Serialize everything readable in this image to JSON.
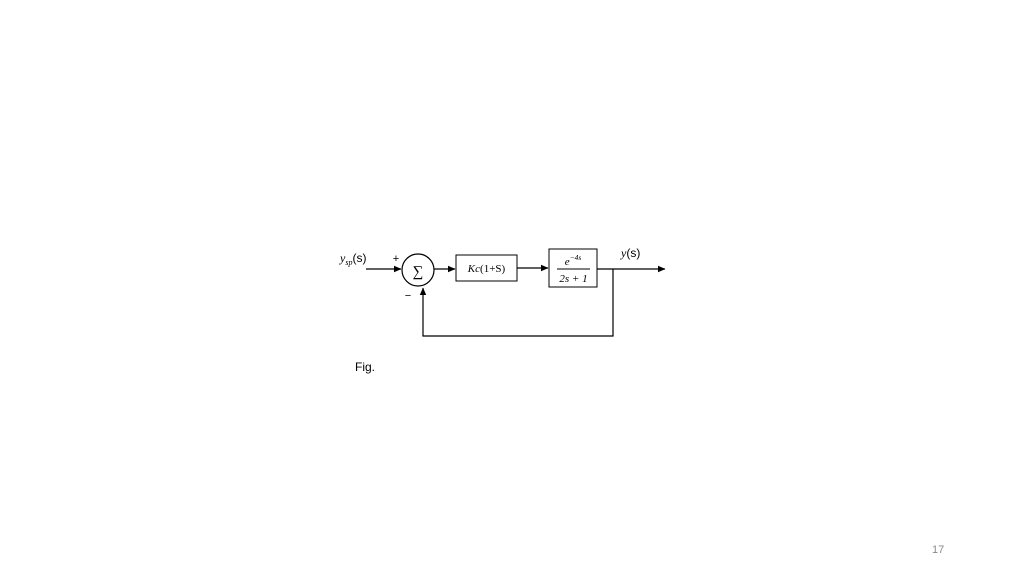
{
  "diagram": {
    "setpoint_label": {
      "var": "y",
      "sub": "sp",
      "arg": "(s)"
    },
    "summing_junction": {
      "symbol": "∑",
      "plus_sign": "+",
      "minus_sign": "−"
    },
    "controller_block": {
      "gain": "Kc",
      "term": "(1+S)"
    },
    "process_block": {
      "numerator_base": "e",
      "numerator_exponent": "−4s",
      "denominator": "2s + 1"
    },
    "output_label": {
      "var": "y",
      "arg": "(s)"
    }
  },
  "caption": "Fig.",
  "page_number": "17",
  "colors": {
    "line": "#000000",
    "page_number": "#8a8a8a"
  }
}
